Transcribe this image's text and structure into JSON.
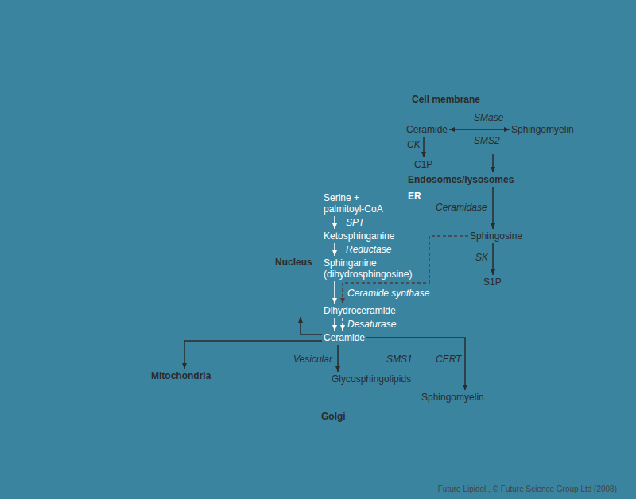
{
  "diagram": {
    "caption": "Future Lipidol., © Future Science Group Ltd (2008)",
    "nodes": [
      {
        "text": [
          "Cell membrane"
        ]
      },
      {
        "text": [
          "Ceramide"
        ],
        "in": 0
      },
      {
        "text": [
          "Sphingomyelin"
        ],
        "in": 0
      },
      {
        "text": [
          "C1P"
        ]
      },
      {
        "text": [
          "Endosomes/lysosomes"
        ]
      },
      {
        "text": [
          "Nucleus"
        ]
      },
      {
        "text": [
          "ER"
        ]
      },
      {
        "text": [
          "Serine + palmitoyl-CoA"
        ],
        "in": 6
      },
      {
        "text": [
          "Ketosphinganine"
        ],
        "in": 6
      },
      {
        "text": [
          "Sphinganine (dihydrosphingosine)"
        ],
        "in": 6
      },
      {
        "text": [
          "Sphingosine"
        ]
      },
      {
        "text": [
          "S1P"
        ]
      },
      {
        "text": [
          "Dihydroceramide"
        ],
        "in": 6
      },
      {
        "text": [
          "Ceramide"
        ],
        "in": 6
      },
      {
        "text": [
          "Mitochondria"
        ]
      },
      {
        "text": [
          "Golgi"
        ]
      },
      {
        "text": [
          "Glycosphingolipids"
        ],
        "in": 15
      },
      {
        "text": [
          "Sphingomyelin"
        ],
        "in": 15
      }
    ],
    "edges": [
      {
        "from": 1,
        "to": 2,
        "label": "SMase",
        "arrow": "both"
      },
      {
        "from": 1,
        "to": 3,
        "label": "CK",
        "arrow": "to"
      },
      {
        "from": 0,
        "to": 4,
        "arrow": "to"
      },
      {
        "from": 4,
        "to": 10,
        "label": "Ceramidase",
        "arrow": "to"
      },
      {
        "from": 10,
        "to": 11,
        "label": "SK",
        "arrow": "to"
      },
      {
        "from": 7,
        "to": 8,
        "label": "SPT",
        "arrow": "to"
      },
      {
        "from": 8,
        "to": 9,
        "label": "Reductase",
        "arrow": "to"
      },
      {
        "from": 9,
        "to": 12,
        "label": "Ceramide synthase",
        "arrow": "to"
      },
      {
        "from": 10,
        "to": 12,
        "arrow": "to"
      },
      {
        "from": 12,
        "to": 13,
        "label": "Desaturase",
        "arrow": "to"
      },
      {
        "from": 12,
        "to": 13,
        "arrow": "to"
      },
      {
        "from": 13,
        "to": 5,
        "arrow": "to"
      },
      {
        "from": 13,
        "to": 14,
        "arrow": "to"
      },
      {
        "from": 13,
        "to": 16,
        "label": "Vesicular",
        "arrow": "to"
      },
      {
        "from": 13,
        "to": 17,
        "label": "CERT",
        "arrow": "to"
      }
    ],
    "labels": [
      "SMS2",
      "SMS1"
    ]
  }
}
